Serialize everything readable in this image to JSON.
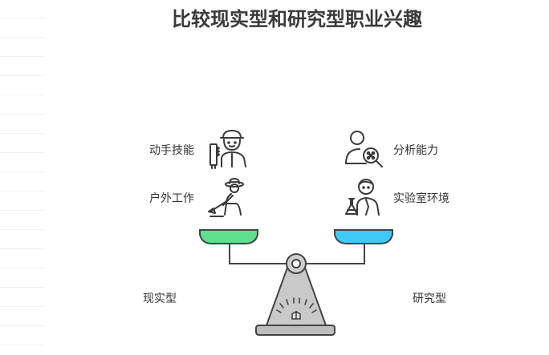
{
  "title": "比较现实型和研究型职业兴趣",
  "left_side": {
    "name": "现实型",
    "color": "#5fe08f",
    "items": [
      {
        "label": "动手技能",
        "icon": "worker-with-saw-icon"
      },
      {
        "label": "户外工作",
        "icon": "farmer-digging-icon"
      }
    ]
  },
  "right_side": {
    "name": "研究型",
    "color": "#3fc9f8",
    "items": [
      {
        "label": "分析能力",
        "icon": "person-magnifier-icon"
      },
      {
        "label": "实验室环境",
        "icon": "scientist-flask-icon"
      }
    ]
  },
  "scale_icon": "balance-scale-icon"
}
